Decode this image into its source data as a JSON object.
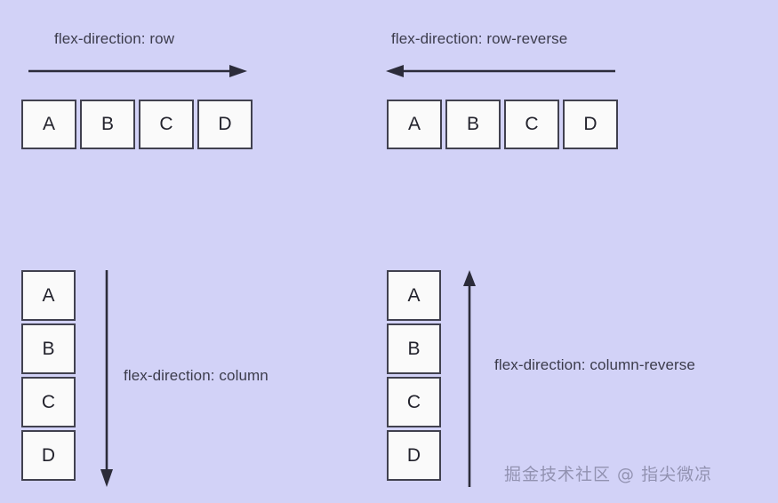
{
  "canvas": {
    "background_color": "#d2d2f7",
    "box_fill_color": "#fafafa",
    "box_border_color": "#41414f",
    "text_color": "#3c3c4c",
    "arrow_color": "#2c2c3a"
  },
  "sections": [
    {
      "id": "row",
      "label": "flex-direction: row",
      "axis": "horizontal",
      "arrow_direction": "right",
      "items": [
        "A",
        "B",
        "C",
        "D"
      ]
    },
    {
      "id": "row-reverse",
      "label": "flex-direction: row-reverse",
      "axis": "horizontal",
      "arrow_direction": "left",
      "items": [
        "A",
        "B",
        "C",
        "D"
      ]
    },
    {
      "id": "column",
      "label": "flex-direction: column",
      "axis": "vertical",
      "arrow_direction": "down",
      "items": [
        "A",
        "B",
        "C",
        "D"
      ]
    },
    {
      "id": "column-reverse",
      "label": "flex-direction: column-reverse",
      "axis": "vertical",
      "arrow_direction": "up",
      "items": [
        "A",
        "B",
        "C",
        "D"
      ]
    }
  ],
  "watermark": {
    "text": "掘金技术社区 @ 指尖微凉"
  }
}
